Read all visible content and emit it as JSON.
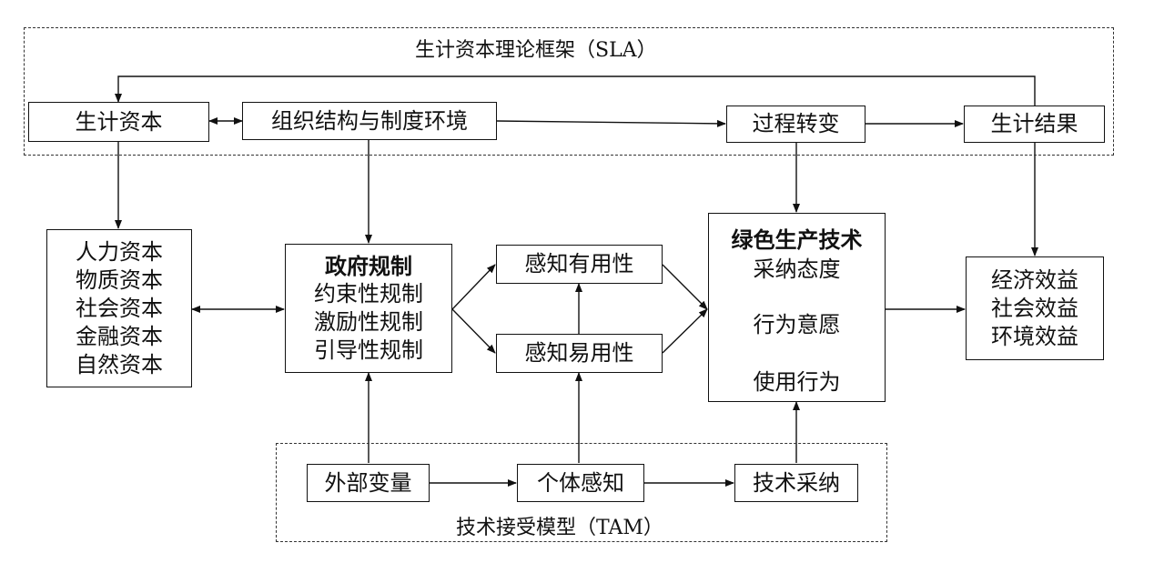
{
  "frames": {
    "sla_label": "生计资本理论框架（SLA）",
    "tam_label": "技术接受模型（TAM）"
  },
  "nodes": {
    "livelihood_capital": "生计资本",
    "org_structure": "组织结构与制度环境",
    "process_transform": "过程转变",
    "livelihood_outcome": "生计结果",
    "capital_types": [
      "人力资本",
      "物质资本",
      "社会资本",
      "金融资本",
      "自然资本"
    ],
    "gov_regulation": {
      "title": "政府规制",
      "items": [
        "约束性规制",
        "激励性规制",
        "引导性规制"
      ]
    },
    "perceived_usefulness": "感知有用性",
    "perceived_ease": "感知易用性",
    "green_tech": {
      "title": "绿色生产技术",
      "steps": [
        "采纳态度",
        "行为意愿",
        "使用行为"
      ]
    },
    "benefits": [
      "经济效益",
      "社会效益",
      "环境效益"
    ],
    "external_variables": "外部变量",
    "individual_perception": "个体感知",
    "tech_adoption": "技术采纳"
  }
}
